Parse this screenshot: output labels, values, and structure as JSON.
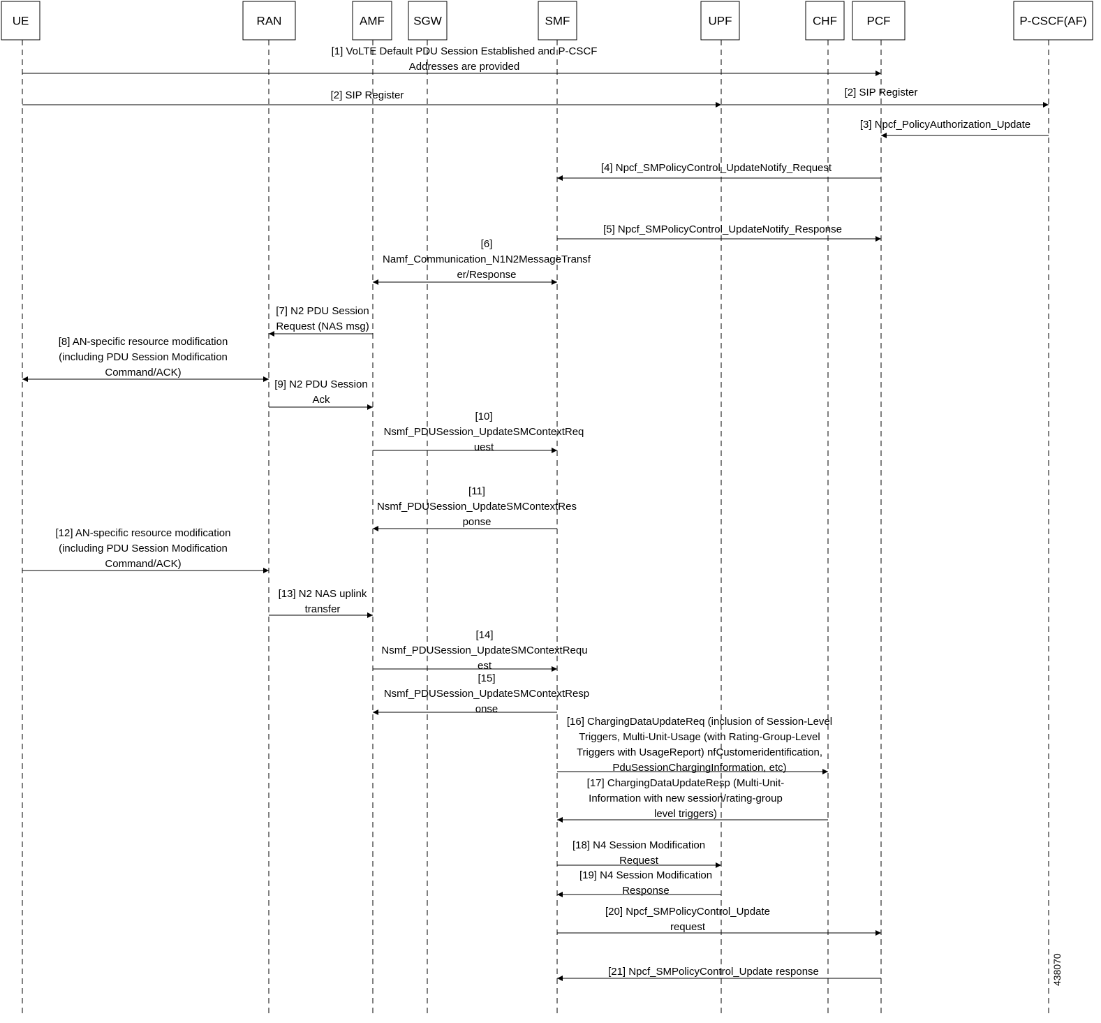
{
  "colors": {
    "line": "#000000",
    "background": "#ffffff"
  },
  "figure_id": "438070",
  "participants": [
    {
      "id": "ue",
      "label": "UE"
    },
    {
      "id": "ran",
      "label": "RAN"
    },
    {
      "id": "amf",
      "label": "AMF"
    },
    {
      "id": "sgw",
      "label": "SGW"
    },
    {
      "id": "smf",
      "label": "SMF"
    },
    {
      "id": "upf",
      "label": "UPF"
    },
    {
      "id": "chf",
      "label": "CHF"
    },
    {
      "id": "pcf",
      "label": "PCF"
    },
    {
      "id": "pcscf",
      "label": "P-CSCF(AF)"
    }
  ],
  "messages": [
    {
      "from": "ue",
      "to": "pcf",
      "lines": [
        "[1] VoLTE Default PDU Session Established and P-CSCF",
        "Addresses are provided"
      ]
    },
    {
      "from": "ue",
      "to": "upf",
      "lines": [
        "[2] SIP Register"
      ]
    },
    {
      "from": "upf",
      "to": "pcscf",
      "lines": [
        "[2] SIP Register"
      ]
    },
    {
      "from": "pcscf",
      "to": "pcf",
      "lines": [
        "[3] Npcf_PolicyAuthorization_Update"
      ]
    },
    {
      "from": "pcf",
      "to": "smf",
      "lines": [
        "[4] Npcf_SMPolicyControl_UpdateNotify_Request"
      ]
    },
    {
      "from": "smf",
      "to": "pcf",
      "lines": [
        "[5] Npcf_SMPolicyControl_UpdateNotify_Response"
      ]
    },
    {
      "from": "amf",
      "to": "smf",
      "bidirectional": true,
      "lines": [
        "[6]",
        "Namf_Communication_N1N2MessageTransf",
        "er/Response"
      ]
    },
    {
      "from": "amf",
      "to": "ran",
      "lines": [
        "[7] N2 PDU Session",
        "Request (NAS msg)"
      ]
    },
    {
      "from": "ue",
      "to": "ran",
      "bidirectional": true,
      "lines": [
        "[8] AN-specific resource modification",
        "(including PDU Session Modification",
        "Command/ACK)"
      ]
    },
    {
      "from": "ran",
      "to": "amf",
      "lines": [
        "[9] N2 PDU Session",
        "Ack"
      ]
    },
    {
      "from": "amf",
      "to": "smf",
      "lines": [
        "[10]",
        "Nsmf_PDUSession_UpdateSMContextReq",
        "uest"
      ]
    },
    {
      "from": "smf",
      "to": "amf",
      "lines": [
        "[11]",
        "Nsmf_PDUSession_UpdateSMContextRes",
        "ponse"
      ]
    },
    {
      "from": "ue",
      "to": "ran",
      "lines": [
        "[12] AN-specific resource modification",
        "(including PDU Session Modification",
        "Command/ACK)"
      ]
    },
    {
      "from": "ran",
      "to": "amf",
      "lines": [
        "[13] N2 NAS uplink",
        "transfer"
      ]
    },
    {
      "from": "amf",
      "to": "smf",
      "lines": [
        "[14]",
        "Nsmf_PDUSession_UpdateSMContextRequ",
        "est"
      ]
    },
    {
      "from": "smf",
      "to": "amf",
      "lines": [
        "[15]",
        "Nsmf_PDUSession_UpdateSMContextResp",
        "onse"
      ]
    },
    {
      "from": "smf",
      "to": "chf",
      "lines": [
        "[16] ChargingDataUpdateReq (inclusion of Session-Level",
        "Triggers, Multi-Unit-Usage (with Rating-Group-Level",
        "Triggers with UsageReport) nfCustomeridentification,",
        "PduSessionChargingInformation, etc)"
      ]
    },
    {
      "from": "chf",
      "to": "smf",
      "lines": [
        "[17] ChargingDataUpdateResp (Multi-Unit-",
        "Information with new session/rating-group",
        "level triggers)"
      ]
    },
    {
      "from": "smf",
      "to": "upf",
      "lines": [
        "[18] N4 Session Modification",
        "Request"
      ]
    },
    {
      "from": "upf",
      "to": "smf",
      "lines": [
        "[19] N4 Session Modification",
        "Response"
      ]
    },
    {
      "from": "smf",
      "to": "pcf",
      "lines": [
        "[20] Npcf_SMPolicyControl_Update",
        "request"
      ]
    },
    {
      "from": "pcf",
      "to": "smf",
      "lines": [
        "[21] Npcf_SMPolicyControl_Update response"
      ]
    }
  ]
}
